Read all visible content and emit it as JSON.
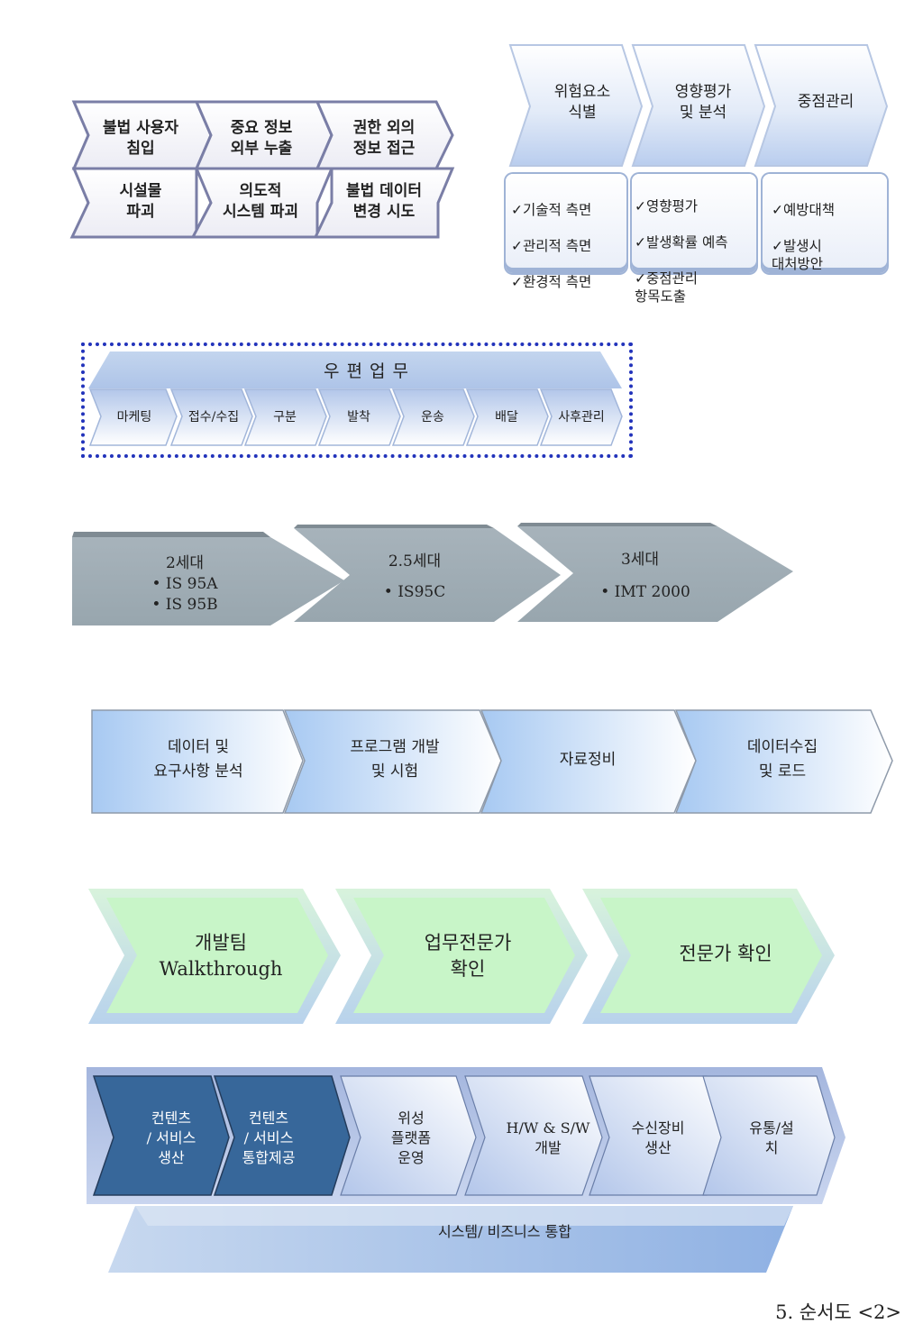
{
  "section_threats": {
    "rows": [
      [
        "불법 사용자\n침입",
        "중요 정보\n외부 누출",
        "권한 외의\n정보 접근"
      ],
      [
        "시설물\n파괴",
        "의도적\n시스템 파괴",
        "불법 데이터\n변경 시도"
      ]
    ]
  },
  "section_risk": {
    "steps": [
      "위험요소\n식별",
      "영향평가\n및 분석",
      "중점관리"
    ],
    "details": [
      [
        "✓기술적 측면",
        "✓관리적 측면",
        "✓환경적 측면"
      ],
      [
        "✓영향평가",
        "✓발생확률 예측",
        "✓중점관리\n  항목도출"
      ],
      [
        "✓예방대책",
        "✓발생시\n  대처방안"
      ]
    ]
  },
  "section_postal": {
    "title": "우편업무",
    "steps": [
      "마케팅",
      "접수/수집",
      "구분",
      "발착",
      "운송",
      "배달",
      "사후관리"
    ]
  },
  "section_generation": {
    "steps": [
      {
        "title": "2세대",
        "items": [
          "• IS 95A",
          "• IS 95B"
        ]
      },
      {
        "title": "2.5세대",
        "items": [
          "• IS95C"
        ]
      },
      {
        "title": "3세대",
        "items": [
          "• IMT 2000"
        ]
      }
    ]
  },
  "section_data": {
    "steps": [
      "데이터 및\n요구사항 분석",
      "프로그램 개발\n및 시험",
      "자료정비",
      "데이터수집\n및 로드"
    ]
  },
  "section_review": {
    "steps": [
      "개발팀\nWalkthrough",
      "업무전문가\n확인",
      "전문가 확인"
    ]
  },
  "section_value_chain": {
    "steps": [
      "컨텐츠\n/ 서비스\n생산",
      "컨텐츠\n/ 서비스\n통합제공",
      "위성\n플랫폼\n운영",
      "H/W & S/W\n개발",
      "수신장비\n생산",
      "유통/설\n치"
    ],
    "base_label": "시스템/ 비즈니스 통합"
  },
  "caption": "5. 순서도 <2>",
  "colors": {
    "dark_blue": "#37679a",
    "gray_arrow": "#9aa8b2",
    "green_fill": "#c8f5c8",
    "light_blue": "#aaccf2",
    "border_purple": "#7a7ea6",
    "dotted_border": "#2233bb"
  }
}
